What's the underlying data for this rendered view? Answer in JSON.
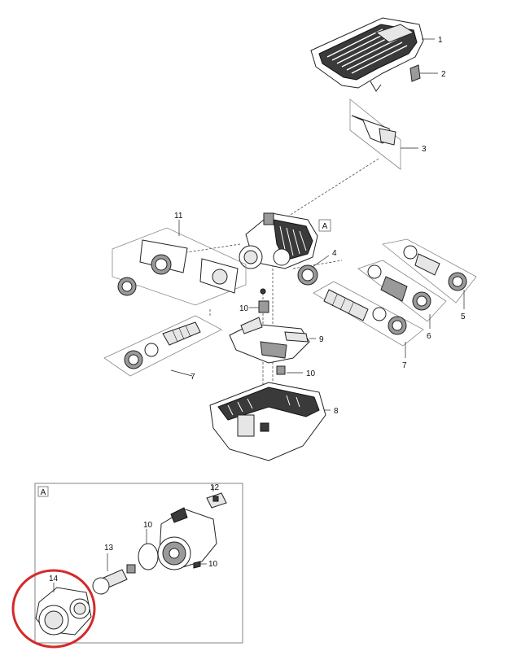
{
  "callouts": {
    "c1": "1",
    "c2": "2",
    "c3": "3",
    "c4": "4",
    "c5": "5",
    "c6": "6",
    "c7a": "7",
    "c7b": "7",
    "c8": "8",
    "c9": "9",
    "c10a": "10",
    "c10b": "10",
    "c11": "11",
    "c10c": "10",
    "c10d": "10",
    "c12": "12",
    "c13": "13",
    "c14": "14"
  },
  "detail": {
    "marker": "A",
    "frame_label": "A"
  },
  "colors": {
    "highlight": "#d42a2a",
    "line": "#222222"
  }
}
